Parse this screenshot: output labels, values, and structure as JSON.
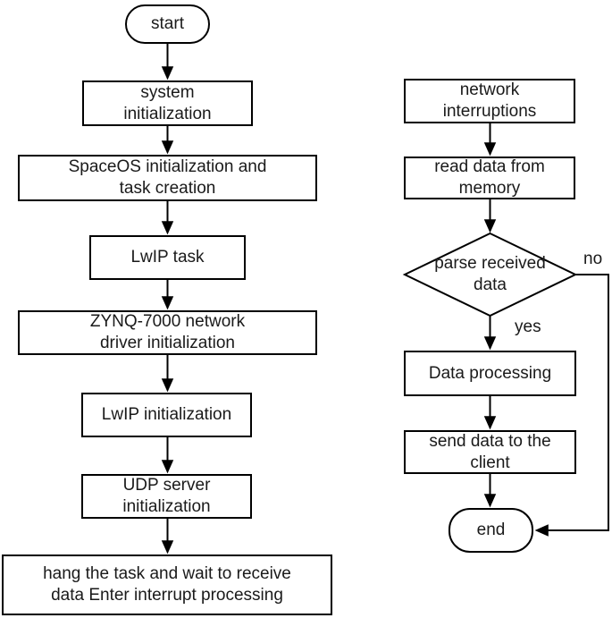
{
  "colors": {
    "stroke": "#000000",
    "node_fill": "#ffffff",
    "text": "#1a1a1a",
    "background": "#ffffff"
  },
  "left_flow": {
    "nodes": [
      {
        "type": "terminator",
        "label": "start"
      },
      {
        "type": "process",
        "label": "system\ninitialization"
      },
      {
        "type": "process",
        "label": "SpaceOS initialization and\ntask creation"
      },
      {
        "type": "process",
        "label": "LwIP task"
      },
      {
        "type": "process",
        "label": "ZYNQ-7000 network\ndriver initialization"
      },
      {
        "type": "process",
        "label": "LwIP initialization"
      },
      {
        "type": "process",
        "label": "UDP server\ninitialization"
      },
      {
        "type": "process",
        "label": "hang the task and wait to receive\ndata Enter interrupt processing"
      }
    ]
  },
  "right_flow": {
    "nodes": [
      {
        "type": "process",
        "label": "network\ninterruptions"
      },
      {
        "type": "process",
        "label": "read data from\nmemory"
      },
      {
        "type": "decision",
        "label": "parse received\ndata"
      },
      {
        "type": "process",
        "label": "Data processing"
      },
      {
        "type": "process",
        "label": "send data to the\nclient"
      },
      {
        "type": "terminator",
        "label": "end"
      }
    ],
    "decision_branches": {
      "yes_label": "yes",
      "no_label": "no"
    }
  }
}
